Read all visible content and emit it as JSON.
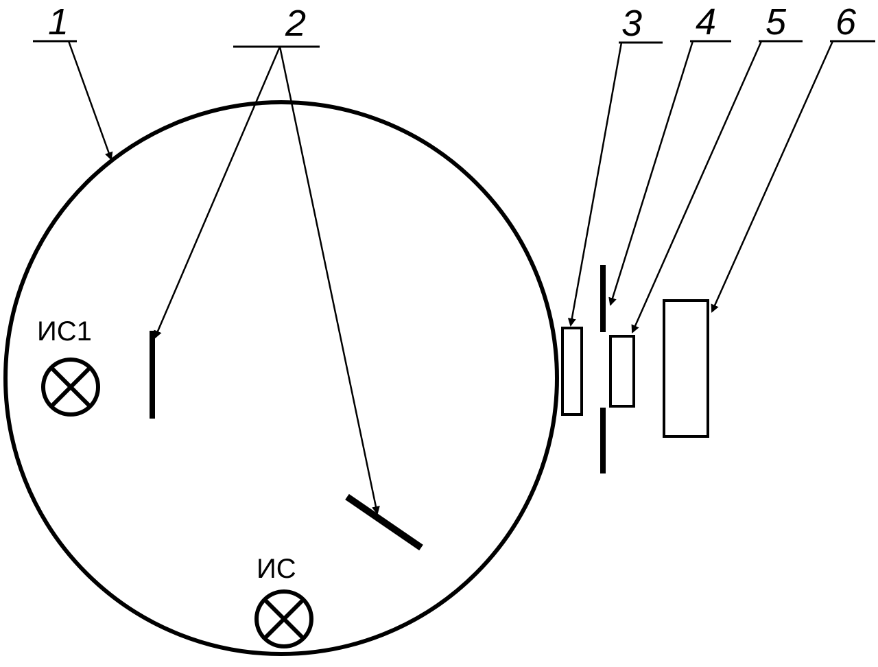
{
  "labels": {
    "sphere": "1",
    "baffles": "2",
    "element_3": "3",
    "element_4": "4",
    "element_5": "5",
    "element_6": "6",
    "source_1": "ИС1",
    "source_main": "ИС"
  },
  "colors": {
    "ink": "#000000",
    "background": "#ffffff"
  },
  "icons": {
    "source": "crossed-circle-lamp-icon"
  }
}
